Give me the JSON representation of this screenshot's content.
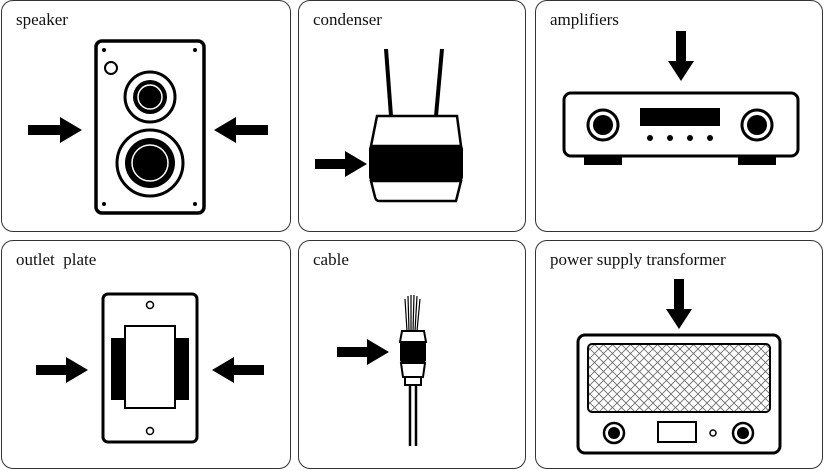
{
  "panels": [
    {
      "label": "speaker"
    },
    {
      "label": "condenser"
    },
    {
      "label": "amplifiers"
    },
    {
      "label": "outlet  plate"
    },
    {
      "label": "cable"
    },
    {
      "label": "power supply transformer"
    }
  ]
}
